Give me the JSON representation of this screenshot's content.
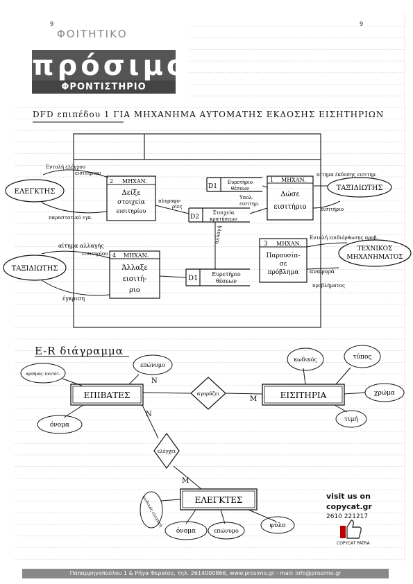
{
  "page_number_left": "9",
  "page_number_right": "9",
  "logo": {
    "top": "ΦΟΙΤΗΤΙΚΟ",
    "main": "πρόσιμο",
    "bar": "ΦΡΟΝΤΙΣΤΗΡΙΟ"
  },
  "dfd": {
    "title": "DFD επιπέδου 1 ΓΙΑ ΜΗΧΑΝΗΜΑ ΑΥΤΟΜΑΤΗΣ ΕΚΔΟΣΗΣ ΕΙΣΗΤΗΡΙΩΝ",
    "entities": {
      "controller": "ΕΛΕΓΚΤΗΣ",
      "traveler_right": "ΤΑΞΙΔΙΩΤΗΣ",
      "traveler_left": "ΤΑΞΙΔΙΩΤΗΣ",
      "technician": [
        "ΤΕΧΝΙΚΟΣ",
        "ΜΗΧΑΝΗΜΑΤΟΣ"
      ]
    },
    "processes": {
      "p2": {
        "id": "2",
        "owner": "ΜΗΧΑΝ.",
        "label": [
          "Δείξε",
          "στοιχεία",
          "εισιτηρίου"
        ]
      },
      "p1": {
        "id": "1",
        "owner": "ΜΗΧΑΝ.",
        "label": [
          "Δώσε",
          "εισιτήριο"
        ]
      },
      "p3": {
        "id": "3",
        "owner": "ΜΗΧΑΝ.",
        "label": [
          "Παρουσία-",
          "σε",
          "πρόβλημα"
        ]
      },
      "p4": {
        "id": "4",
        "owner": "ΜΗΧΑΝ.",
        "label": [
          "Άλλαξε",
          "εισιτή-",
          "ριο"
        ]
      }
    },
    "stores": {
      "d1_top": {
        "id": "D1",
        "label": [
          "Ευρετήριο",
          "θέσεων"
        ]
      },
      "d2": {
        "id": "D2",
        "label": [
          "Στοιχεία",
          "κρατήσεων"
        ]
      },
      "d1_bottom": {
        "id": "D1",
        "label": [
          "Ευρετήριο",
          "θέσεων"
        ]
      }
    },
    "flows": {
      "control_cmd": [
        "Εντολή ελέγχου",
        "εισιτηρίου"
      ],
      "validity": "παραστατικό εγκ.",
      "info": [
        "πληροφο-",
        "ρίες"
      ],
      "availability": [
        "Υπολ.",
        "εισιτηρ."
      ],
      "issue_request": "αίτημα έκδοσης εισιτηρ.",
      "ticket": "εισιτήριο",
      "change_request": [
        "αίτημα αλλαγής",
        "εισιτηρίου"
      ],
      "change": "αλλαγή",
      "approval": "έγκριση",
      "resolve_cmd": "Εντολή επιδιόρθωσης προβ.",
      "problem_report": [
        "αναφορά",
        "προβλήματος"
      ]
    }
  },
  "er": {
    "title": "E-R διάγραμμα",
    "entities": {
      "passengers": "ΕΠΙΒΑΤΕΣ",
      "tickets": "ΕΙΣΙΤΗΡΙΑ",
      "inspectors": "ΕΛΕΓΚΤΕΣ"
    },
    "relations": {
      "buy": "αγοράζει",
      "check": "ελέγχει"
    },
    "attributes": {
      "passengers": [
        "αριθμός ταυτότ.",
        "επώνυμο",
        "όνομα"
      ],
      "tickets": [
        "κωδικός",
        "τύπος",
        "χρώμα",
        "τιμή"
      ],
      "inspectors": [
        "κωδικός ελεγκτή",
        "όνομα",
        "επώνυμο",
        "φύλο"
      ]
    },
    "cardinalities": {
      "pass_buy": "N",
      "buy_tick": "M",
      "pass_check": "N",
      "check_insp": "M"
    }
  },
  "promo": {
    "visit": "visit us on",
    "site": "copycat.gr",
    "phone": "2610 221217",
    "brand": "COPYCAT PATRA"
  },
  "footer": "Παπαρρηγοπούλου 1 & Ρήγα Φεραίου, τηλ. 2614000866, www.prosimo.gr - mail: info@prosimo.gr"
}
